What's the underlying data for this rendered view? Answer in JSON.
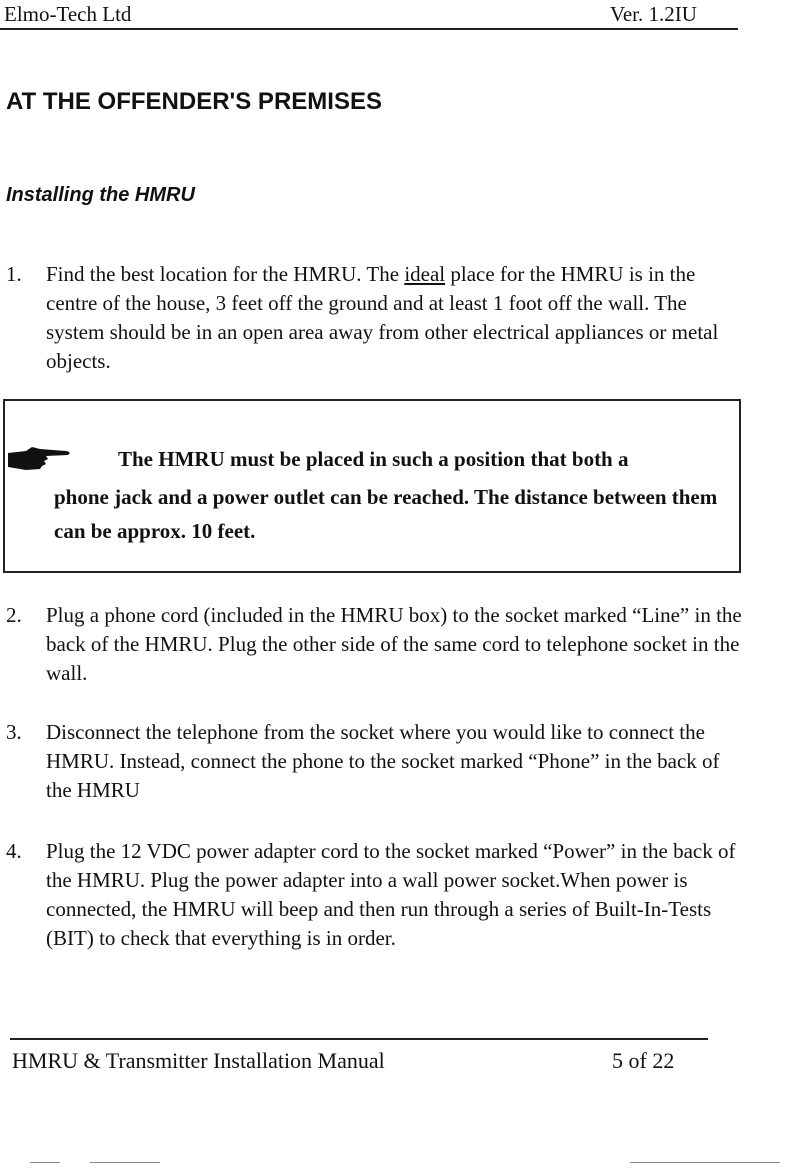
{
  "header": {
    "company": "Elmo-Tech Ltd",
    "version": "Ver. 1.2IU"
  },
  "section_title": "AT THE OFFENDER'S PREMISES",
  "subsection_title": "Installing the HMRU",
  "steps": [
    {
      "number": "1.",
      "text_before": "Find the best location for the HMRU. The ",
      "emphasis": "ideal",
      "text_after": " place for the HMRU is in the centre of the house, 3 feet off the ground and at least 1 foot  off the wall. The system should be in an open area away from other electrical appliances or metal objects."
    },
    {
      "number": "2.",
      "text": "Plug a phone cord  (included in the HMRU box) to the socket marked “Line” in the back of the HMRU. Plug the other side of the same cord to telephone socket in the wall."
    },
    {
      "number": "3.",
      "text": "Disconnect the telephone from the socket where you would like to connect the HMRU. Instead, connect the phone to the socket marked “Phone” in the back of the HMRU"
    },
    {
      "number": "4.",
      "text": "Plug the 12 VDC power adapter cord to the socket marked “Power” in the back of the HMRU. Plug the power adapter into a wall power socket.When power is connected, the HMRU will beep and then run through a series of Built-In-Tests (BIT) to check that everything is in order."
    }
  ],
  "note": {
    "icon": "pointing-hand-icon",
    "line1": "The HMRU must be placed in such a position that both a",
    "rest": "phone jack and a power outlet can be reached. The distance between them can be approx. 10 feet."
  },
  "footer": {
    "manual_title": "HMRU & Transmitter Installation Manual",
    "page": "5 of  22"
  }
}
